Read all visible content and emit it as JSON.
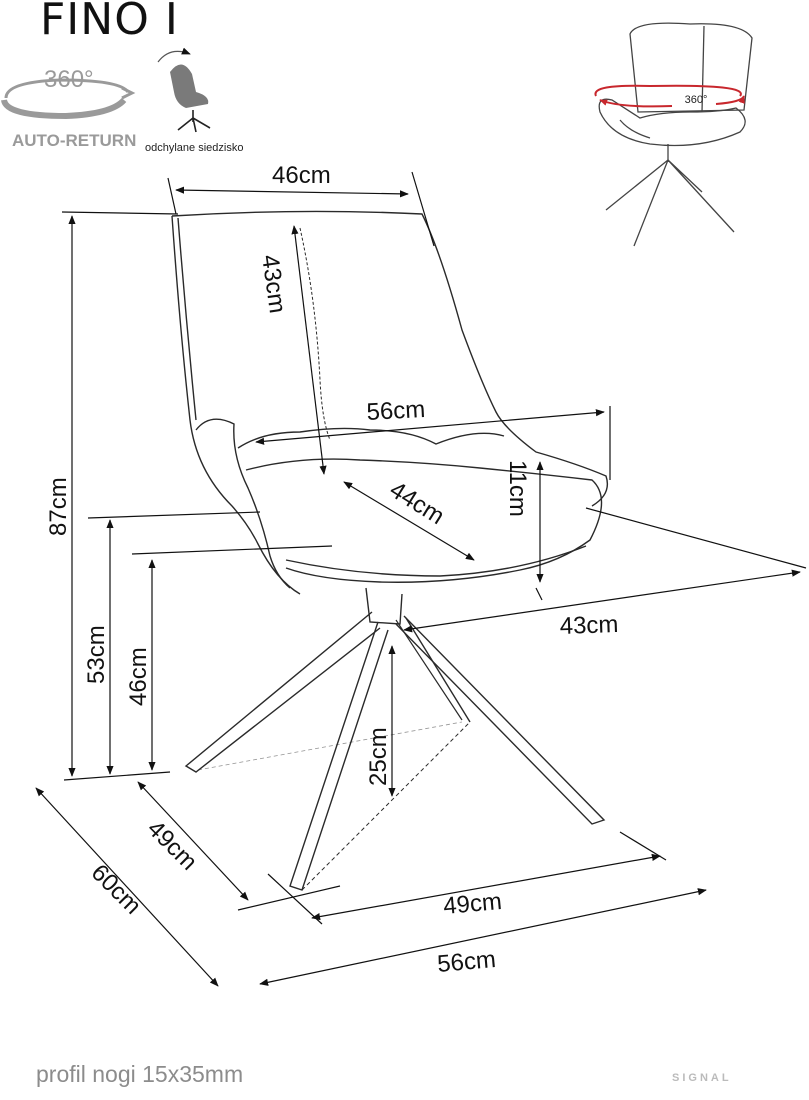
{
  "title": "FINO I",
  "icons": {
    "rotation_label": "360°",
    "auto_return_label": "AUTO-RETURN",
    "recline_label": "odchylane siedzisko",
    "preview_rotation_label": "360°",
    "rotation_arrow_color": "#c8272d"
  },
  "dimensions": {
    "backrest_width": "46cm",
    "backrest_height": "43cm",
    "armrest_width": "56cm",
    "seat_depth": "44cm",
    "armrest_height": "11cm",
    "total_height": "87cm",
    "armrest_floor_height": "53cm",
    "seat_height": "46cm",
    "side_depth": "43cm",
    "base_clearance": "25cm",
    "base_depth": "49cm",
    "total_depth": "60cm",
    "base_width": "49cm",
    "total_width": "56cm"
  },
  "footer": {
    "leg_profile": "profil nogi 15x35mm",
    "brand": "SIGNAL"
  }
}
